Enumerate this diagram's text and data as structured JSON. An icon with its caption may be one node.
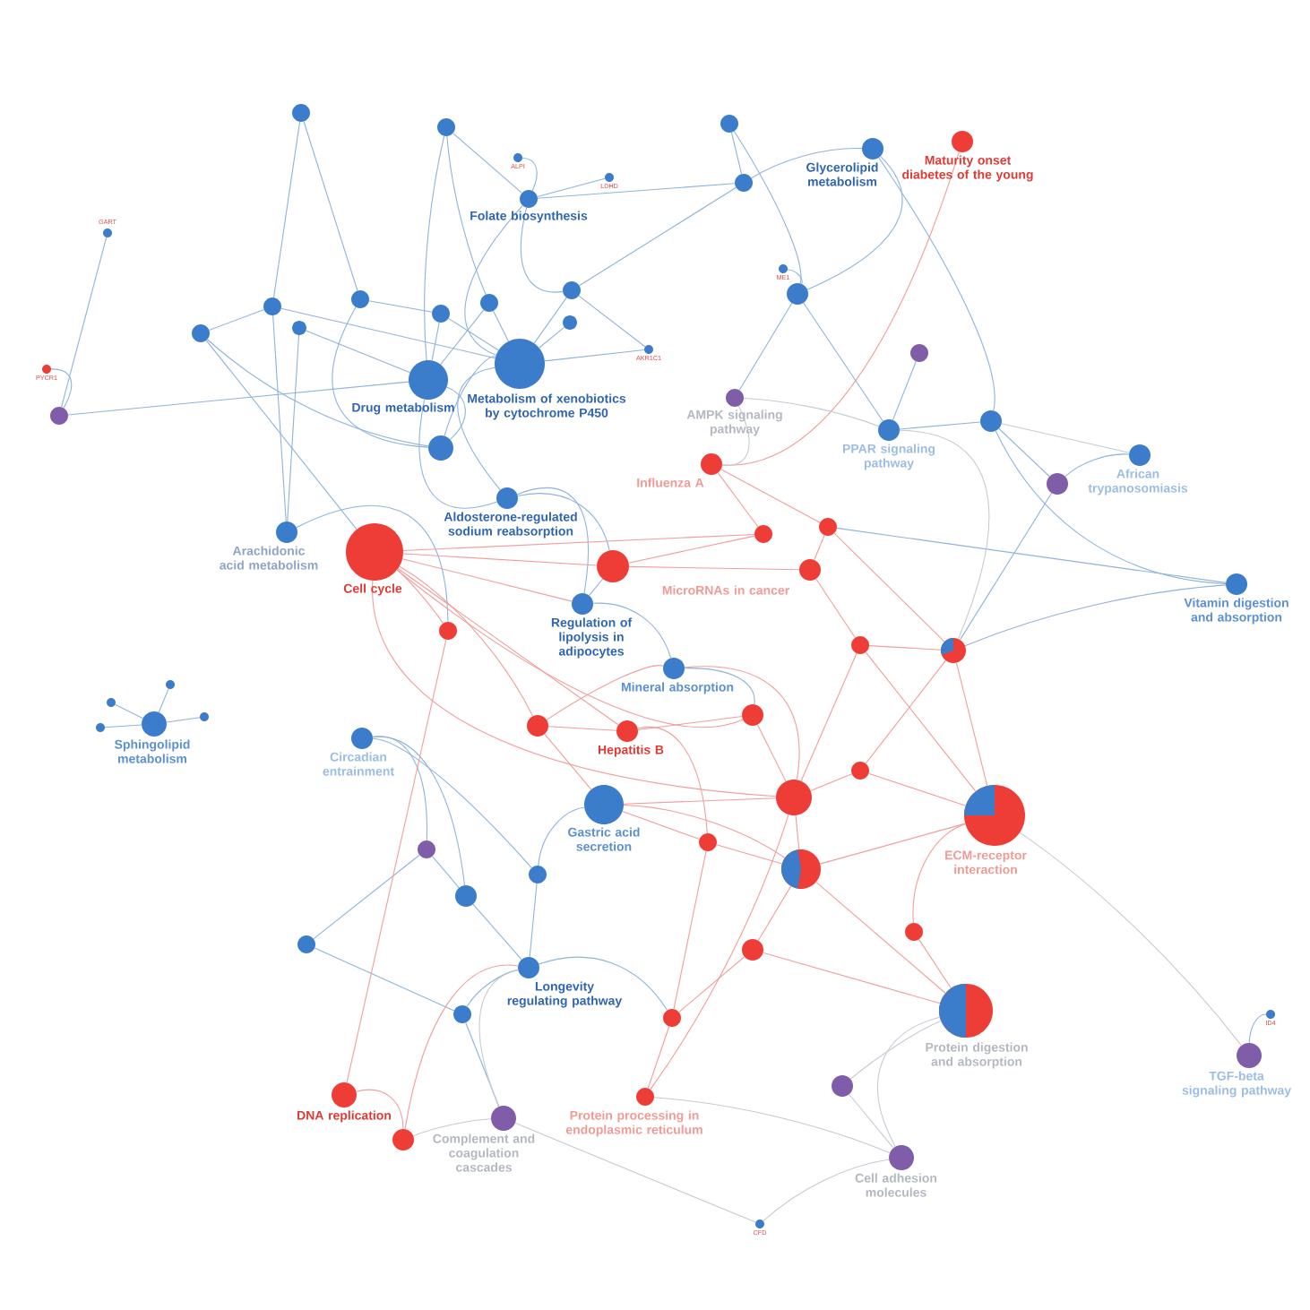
{
  "diagram": {
    "nodes": [
      {
        "text": [
          "Folate biosynthesis"
        ]
      },
      {
        "text": [
          "Glycerolipid metabolism"
        ]
      },
      {
        "text": [
          "Maturity onset diabetes of the young"
        ]
      },
      {
        "text": [
          "Drug metabolism"
        ]
      },
      {
        "text": [
          "Metabolism of xenobiotics by cytochrome P450"
        ]
      },
      {
        "text": [
          "AMPK signaling pathway"
        ]
      },
      {
        "text": [
          "PPAR signaling pathway"
        ]
      },
      {
        "text": [
          "African trypanosomiasis"
        ]
      },
      {
        "text": [
          "Influenza A"
        ]
      },
      {
        "text": [
          "Aldosterone-regulated sodium reabsorption"
        ]
      },
      {
        "text": [
          "Arachidonic acid metabolism"
        ]
      },
      {
        "text": [
          "Cell cycle"
        ]
      },
      {
        "text": [
          "Vitamin digestion and absorption"
        ]
      },
      {
        "text": [
          "MicroRNAs in cancer"
        ]
      },
      {
        "text": [
          "Regulation of lipolysis in adipocytes"
        ]
      },
      {
        "text": [
          "Mineral absorption"
        ]
      },
      {
        "text": [
          "Hepatitis B"
        ]
      },
      {
        "text": [
          "Sphingolipid metabolism"
        ]
      },
      {
        "text": [
          "Circadian entrainment"
        ]
      },
      {
        "text": [
          "Gastric acid secretion"
        ]
      },
      {
        "text": [
          "Longevity regulating pathway"
        ]
      },
      {
        "text": [
          "ECM-receptor interaction"
        ]
      },
      {
        "text": [
          "DNA replication"
        ]
      },
      {
        "text": [
          "Complement and coagulation cascades"
        ]
      },
      {
        "text": [
          "Protein processing in endoplasmic reticulum"
        ]
      },
      {
        "text": [
          "Protein digestion and absorption"
        ]
      },
      {
        "text": [
          "Cell adhesion molecules"
        ]
      },
      {
        "text": [
          "TGF-beta signaling pathway"
        ]
      },
      {
        "text": [
          "GART"
        ]
      },
      {
        "text": [
          "PYCR1"
        ]
      },
      {
        "text": [
          "ALPI"
        ]
      },
      {
        "text": [
          "LDHD"
        ]
      },
      {
        "text": [
          "AKR1C1"
        ]
      },
      {
        "text": [
          "ME1"
        ]
      },
      {
        "text": [
          "CFD"
        ]
      },
      {
        "text": [
          "ID4"
        ]
      },
      {
        "text": [],
        "shape": "circle"
      },
      {
        "text": [],
        "shape": "circle"
      },
      {
        "text": [],
        "shape": "circle"
      },
      {
        "text": [],
        "shape": "circle"
      },
      {
        "text": [],
        "shape": "circle"
      },
      {
        "text": [],
        "shape": "circle"
      },
      {
        "text": [],
        "shape": "circle"
      },
      {
        "text": [],
        "shape": "circle"
      },
      {
        "text": [],
        "shape": "circle"
      },
      {
        "text": [],
        "shape": "circle"
      },
      {
        "text": [],
        "shape": "circle"
      },
      {
        "text": [],
        "shape": "circle"
      },
      {
        "text": [],
        "shape": "circle"
      },
      {
        "text": [],
        "shape": "circle"
      },
      {
        "text": [],
        "shape": "circle"
      },
      {
        "text": [],
        "shape": "circle"
      },
      {
        "text": [],
        "shape": "circle"
      },
      {
        "text": [],
        "shape": "circle"
      },
      {
        "text": [],
        "shape": "circle"
      },
      {
        "text": [],
        "shape": "circle"
      },
      {
        "text": [],
        "shape": "circle"
      },
      {
        "text": [],
        "shape": "circle"
      },
      {
        "text": [],
        "shape": "circle"
      },
      {
        "text": [],
        "shape": "circle"
      },
      {
        "text": [],
        "shape": "circle"
      },
      {
        "text": [],
        "shape": "circle"
      },
      {
        "text": [],
        "shape": "circle"
      },
      {
        "text": [],
        "shape": "circle"
      },
      {
        "text": [],
        "shape": "circle"
      },
      {
        "text": [],
        "shape": "circle"
      },
      {
        "text": [],
        "shape": "circle"
      },
      {
        "text": [],
        "shape": "circle"
      },
      {
        "text": [],
        "shape": "circle"
      },
      {
        "text": [],
        "shape": "circle"
      },
      {
        "text": [],
        "shape": "circle"
      },
      {
        "text": [],
        "shape": "circle"
      },
      {
        "text": [],
        "shape": "circle"
      },
      {
        "text": [],
        "shape": "circle"
      },
      {
        "text": [],
        "shape": "circle"
      },
      {
        "text": [],
        "shape": "circle"
      },
      {
        "text": [],
        "shape": "circle"
      },
      {
        "text": [],
        "shape": "circle"
      },
      {
        "text": [],
        "shape": "circle"
      },
      {
        "text": [],
        "shape": "circle"
      }
    ],
    "edges": [
      {
        "from": 39,
        "to": 41,
        "arrow": "none"
      },
      {
        "from": 39,
        "to": 43,
        "arrow": "none"
      },
      {
        "from": 40,
        "to": 46,
        "arrow": "none"
      },
      {
        "from": 40,
        "to": 0,
        "arrow": "none"
      },
      {
        "from": 0,
        "to": 30,
        "arrow": "none"
      },
      {
        "from": 0,
        "to": 31,
        "arrow": "none"
      },
      {
        "from": 0,
        "to": 47,
        "arrow": "none"
      },
      {
        "from": 41,
        "to": 44,
        "arrow": "none"
      },
      {
        "from": 41,
        "to": 4,
        "arrow": "none"
      },
      {
        "from": 43,
        "to": 45,
        "arrow": "none"
      },
      {
        "from": 42,
        "to": 3,
        "arrow": "none"
      },
      {
        "from": 44,
        "to": 11,
        "arrow": "none"
      },
      {
        "from": 28,
        "to": 50,
        "arrow": "none"
      },
      {
        "from": 29,
        "to": 50,
        "arrow": "none"
      },
      {
        "from": 50,
        "to": 3,
        "arrow": "none"
      },
      {
        "from": 45,
        "to": 4,
        "arrow": "none"
      },
      {
        "from": 46,
        "to": 4,
        "arrow": "none"
      },
      {
        "from": 47,
        "to": 4,
        "arrow": "none"
      },
      {
        "from": 48,
        "to": 4,
        "arrow": "none"
      },
      {
        "from": 45,
        "to": 3,
        "arrow": "none"
      },
      {
        "from": 46,
        "to": 3,
        "arrow": "none"
      },
      {
        "from": 3,
        "to": 49,
        "arrow": "none"
      },
      {
        "from": 4,
        "to": 49,
        "arrow": "none"
      },
      {
        "from": 4,
        "to": 9,
        "arrow": "none"
      },
      {
        "from": 3,
        "to": 9,
        "arrow": "none"
      },
      {
        "from": 0,
        "to": 4,
        "arrow": "none"
      },
      {
        "from": 47,
        "to": 32,
        "arrow": "none"
      },
      {
        "from": 4,
        "to": 32,
        "arrow": "none"
      },
      {
        "from": 40,
        "to": 3,
        "arrow": "none"
      },
      {
        "from": 43,
        "to": 49,
        "arrow": "none"
      },
      {
        "from": 44,
        "to": 49,
        "arrow": "none"
      },
      {
        "from": 41,
        "to": 10,
        "arrow": "none"
      },
      {
        "from": 51,
        "to": 52,
        "arrow": "none"
      },
      {
        "from": 52,
        "to": 0,
        "arrow": "none"
      },
      {
        "from": 52,
        "to": 1,
        "arrow": "none"
      },
      {
        "from": 1,
        "to": 53,
        "arrow": "none"
      },
      {
        "from": 51,
        "to": 53,
        "arrow": "none"
      },
      {
        "from": 53,
        "to": 33,
        "arrow": "none"
      },
      {
        "from": 53,
        "to": 6,
        "arrow": "none"
      },
      {
        "from": 53,
        "to": 5,
        "arrow": "none"
      },
      {
        "from": 52,
        "to": 47,
        "arrow": "none"
      },
      {
        "from": 1,
        "to": 54,
        "arrow": "none"
      },
      {
        "from": 54,
        "to": 6,
        "arrow": "none"
      },
      {
        "from": 54,
        "to": 56,
        "arrow": "none"
      },
      {
        "from": 54,
        "to": 12,
        "arrow": "none"
      },
      {
        "from": 6,
        "to": 55,
        "arrow": "none"
      },
      {
        "from": 7,
        "to": 56,
        "arrow": "none"
      },
      {
        "from": 56,
        "to": 57,
        "arrow": "none"
      },
      {
        "from": 12,
        "to": 57,
        "arrow": "none"
      },
      {
        "from": 14,
        "to": 15,
        "arrow": "none"
      },
      {
        "from": 15,
        "to": 62,
        "arrow": "none"
      },
      {
        "from": 14,
        "to": 38,
        "arrow": "none"
      },
      {
        "from": 9,
        "to": 14,
        "arrow": "none"
      },
      {
        "from": 9,
        "to": 38,
        "arrow": "none"
      },
      {
        "from": 10,
        "to": 72,
        "arrow": "none"
      },
      {
        "from": 18,
        "to": 68,
        "arrow": "none"
      },
      {
        "from": 18,
        "to": 67,
        "arrow": "none"
      },
      {
        "from": 67,
        "to": 19,
        "arrow": "none"
      },
      {
        "from": 68,
        "to": 20,
        "arrow": "none"
      },
      {
        "from": 20,
        "to": 67,
        "arrow": "none"
      },
      {
        "from": 69,
        "to": 68,
        "arrow": "none"
      },
      {
        "from": 69,
        "to": 18,
        "arrow": "none"
      },
      {
        "from": 75,
        "to": 20,
        "arrow": "none"
      },
      {
        "from": 60,
        "to": 69,
        "arrow": "none"
      },
      {
        "from": 60,
        "to": 75,
        "arrow": "none"
      },
      {
        "from": 27,
        "to": 35,
        "arrow": "none"
      },
      {
        "from": 17,
        "to": 76,
        "arrow": "none"
      },
      {
        "from": 17,
        "to": 77,
        "arrow": "none"
      },
      {
        "from": 17,
        "to": 78,
        "arrow": "none"
      },
      {
        "from": 17,
        "to": 79,
        "arrow": "none"
      },
      {
        "from": 12,
        "to": 71,
        "arrow": "none"
      },
      {
        "from": 66,
        "to": 20,
        "arrow": "none"
      },
      {
        "from": 75,
        "to": 23,
        "arrow": "none"
      },
      {
        "from": 42,
        "to": 10,
        "arrow": "none"
      },
      {
        "from": 2,
        "to": 8,
        "arrow": "none",
        "color": "#f09e9a"
      },
      {
        "from": 11,
        "to": 38,
        "arrow": "none",
        "color": "#f09e9a"
      },
      {
        "from": 11,
        "to": 72,
        "arrow": "none",
        "color": "#f09e9a"
      },
      {
        "from": 11,
        "to": 70,
        "arrow": "none",
        "color": "#f09e9a"
      },
      {
        "from": 11,
        "to": 14,
        "arrow": "none",
        "color": "#f09e9a"
      },
      {
        "from": 11,
        "to": 73,
        "arrow": "none",
        "color": "#f09e9a"
      },
      {
        "from": 11,
        "to": 16,
        "arrow": "none",
        "color": "#f09e9a"
      },
      {
        "from": 11,
        "to": 62,
        "arrow": "none",
        "color": "#f09e9a"
      },
      {
        "from": 11,
        "to": 36,
        "arrow": "none",
        "color": "#f09e9a"
      },
      {
        "from": 38,
        "to": 13,
        "arrow": "none",
        "color": "#f09e9a"
      },
      {
        "from": 38,
        "to": 70,
        "arrow": "none",
        "color": "#f09e9a"
      },
      {
        "from": 13,
        "to": 71,
        "arrow": "none",
        "color": "#f09e9a"
      },
      {
        "from": 13,
        "to": 61,
        "arrow": "none",
        "color": "#f09e9a"
      },
      {
        "from": 8,
        "to": 70,
        "arrow": "none",
        "color": "#f09e9a"
      },
      {
        "from": 8,
        "to": 71,
        "arrow": "none",
        "color": "#f09e9a"
      },
      {
        "from": 71,
        "to": 57,
        "arrow": "none",
        "color": "#f09e9a"
      },
      {
        "from": 61,
        "to": 36,
        "arrow": "none",
        "color": "#f09e9a"
      },
      {
        "from": 62,
        "to": 36,
        "arrow": "none",
        "color": "#f09e9a"
      },
      {
        "from": 62,
        "to": 16,
        "arrow": "none",
        "color": "#f09e9a"
      },
      {
        "from": 63,
        "to": 36,
        "arrow": "none",
        "color": "#f09e9a"
      },
      {
        "from": 63,
        "to": 21,
        "arrow": "none",
        "color": "#f09e9a"
      },
      {
        "from": 36,
        "to": 37,
        "arrow": "none",
        "color": "#f09e9a"
      },
      {
        "from": 37,
        "to": 21,
        "arrow": "none",
        "color": "#f09e9a"
      },
      {
        "from": 37,
        "to": 25,
        "arrow": "none",
        "color": "#f09e9a"
      },
      {
        "from": 37,
        "to": 64,
        "arrow": "none",
        "color": "#f09e9a"
      },
      {
        "from": 64,
        "to": 19,
        "arrow": "none",
        "color": "#f09e9a"
      },
      {
        "from": 16,
        "to": 73,
        "arrow": "none",
        "color": "#f09e9a"
      },
      {
        "from": 73,
        "to": 19,
        "arrow": "none",
        "color": "#f09e9a"
      },
      {
        "from": 15,
        "to": 36,
        "arrow": "none",
        "color": "#f09e9a"
      },
      {
        "from": 61,
        "to": 21,
        "arrow": "none",
        "color": "#f09e9a"
      },
      {
        "from": 21,
        "to": 74,
        "arrow": "none",
        "color": "#f09e9a"
      },
      {
        "from": 74,
        "to": 25,
        "arrow": "none",
        "color": "#f09e9a"
      },
      {
        "from": 65,
        "to": 25,
        "arrow": "none",
        "color": "#f09e9a"
      },
      {
        "from": 65,
        "to": 37,
        "arrow": "none",
        "color": "#f09e9a"
      },
      {
        "from": 66,
        "to": 65,
        "arrow": "none",
        "color": "#f09e9a"
      },
      {
        "from": 66,
        "to": 24,
        "arrow": "none",
        "color": "#f09e9a"
      },
      {
        "from": 24,
        "to": 36,
        "arrow": "none",
        "color": "#f09e9a"
      },
      {
        "from": 22,
        "to": 72,
        "arrow": "none",
        "color": "#f09e9a"
      },
      {
        "from": 22,
        "to": 59,
        "arrow": "none",
        "color": "#f09e9a"
      },
      {
        "from": 59,
        "to": 20,
        "arrow": "none",
        "color": "#f09e9a"
      },
      {
        "from": 19,
        "to": 37,
        "arrow": "none",
        "color": "#f09e9a"
      },
      {
        "from": 19,
        "to": 36,
        "arrow": "none",
        "color": "#f09e9a"
      },
      {
        "from": 73,
        "to": 15,
        "arrow": "none",
        "color": "#f09e9a"
      },
      {
        "from": 64,
        "to": 66,
        "arrow": "none",
        "color": "#f09e9a"
      },
      {
        "from": 16,
        "to": 64,
        "arrow": "none",
        "color": "#f09e9a"
      },
      {
        "from": 63,
        "to": 57,
        "arrow": "none",
        "color": "#f09e9a"
      },
      {
        "from": 61,
        "to": 57,
        "arrow": "none",
        "color": "#f09e9a"
      },
      {
        "from": 21,
        "to": 57,
        "arrow": "none",
        "color": "#f09e9a"
      },
      {
        "from": 54,
        "to": 7,
        "arrow": "none",
        "color": "#c5cad3"
      },
      {
        "from": 6,
        "to": 5,
        "arrow": "none",
        "color": "#c5cad3"
      },
      {
        "from": 5,
        "to": 8,
        "arrow": "none",
        "color": "#c5cad3"
      },
      {
        "from": 6,
        "to": 57,
        "arrow": "none",
        "color": "#c5cad3"
      },
      {
        "from": 58,
        "to": 25,
        "arrow": "none",
        "color": "#c5cad3"
      },
      {
        "from": 58,
        "to": 26,
        "arrow": "none",
        "color": "#c5cad3"
      },
      {
        "from": 26,
        "to": 34,
        "arrow": "none",
        "color": "#c5cad3"
      },
      {
        "from": 26,
        "to": 24,
        "arrow": "none",
        "color": "#c5cad3"
      },
      {
        "from": 25,
        "to": 26,
        "arrow": "none",
        "color": "#c5cad3"
      },
      {
        "from": 21,
        "to": 27,
        "arrow": "none",
        "color": "#c5cad3"
      },
      {
        "from": 23,
        "to": 20,
        "arrow": "none",
        "color": "#c5cad3"
      },
      {
        "from": 23,
        "to": 59,
        "arrow": "none",
        "color": "#c5cad3"
      },
      {
        "from": 34,
        "to": 23,
        "arrow": "none",
        "color": "#c5cad3"
      }
    ]
  }
}
